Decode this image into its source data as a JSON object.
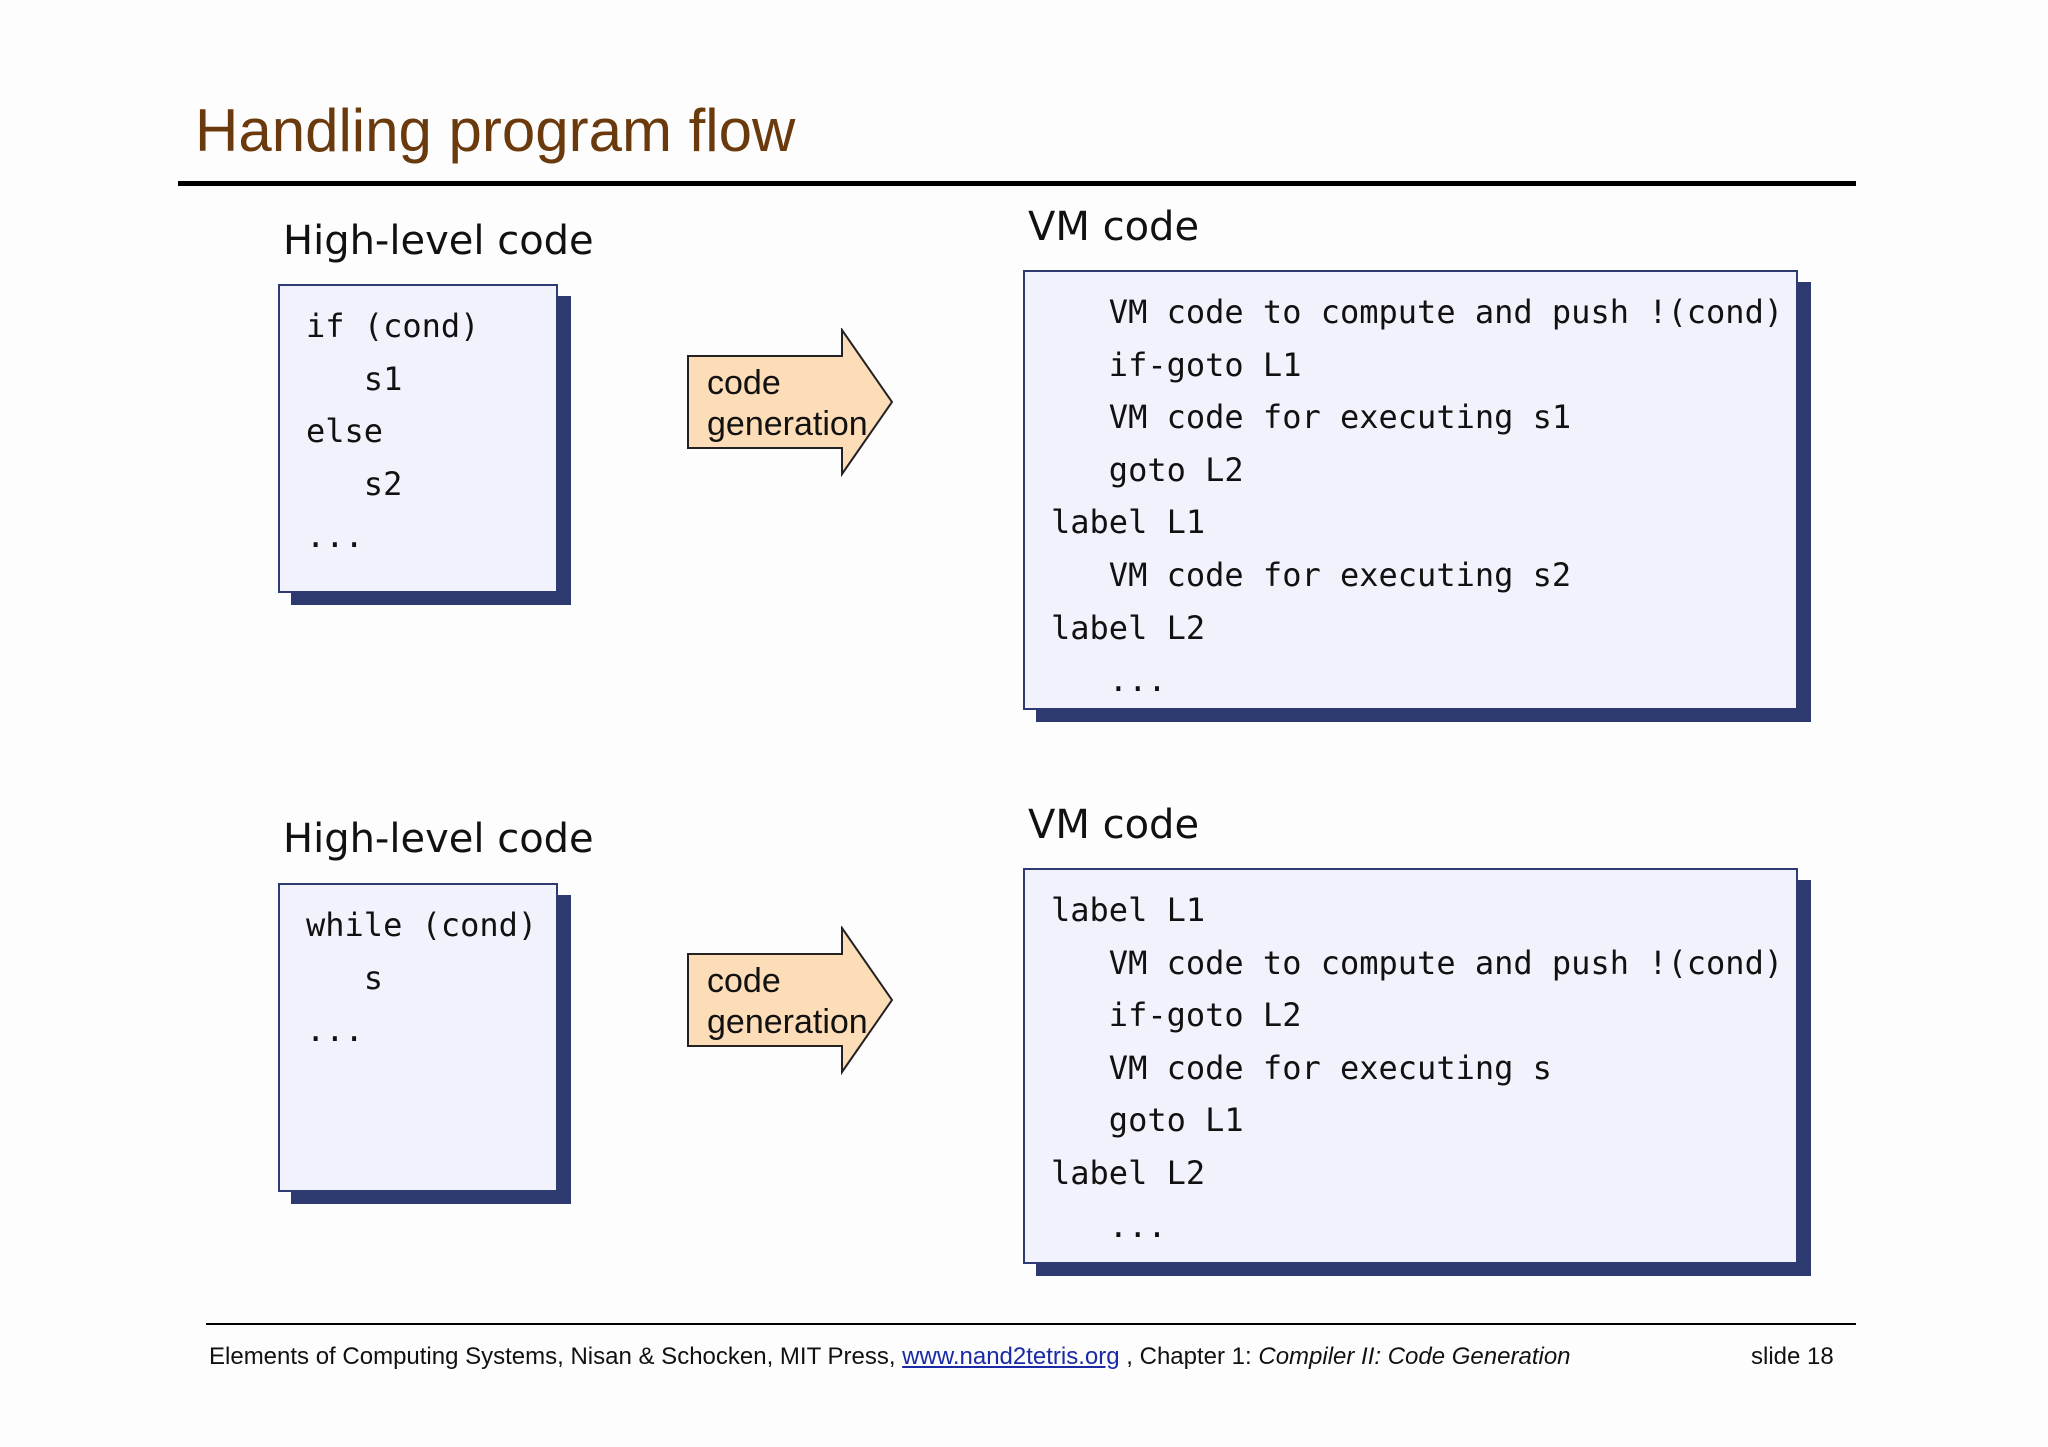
{
  "title": "Handling program flow",
  "if_section": {
    "hl_label": "High-level code",
    "hl_lines": [
      "if (cond)",
      "   s1",
      "else",
      "   s2",
      "..."
    ],
    "arrow_line1": "code",
    "arrow_line2": "generation",
    "vm_label": "VM code",
    "vm_lines": [
      "   VM code to compute and push !(cond)",
      "   if-goto L1",
      "   VM code for executing s1",
      "   goto L2",
      "label L1",
      "   VM code for executing s2",
      "label L2",
      "   ..."
    ]
  },
  "while_section": {
    "hl_label": "High-level code",
    "hl_lines": [
      "while (cond)",
      "   s",
      "..."
    ],
    "arrow_line1": "code",
    "arrow_line2": "generation",
    "vm_label": "VM code",
    "vm_lines": [
      "label L1",
      "   VM code to compute and push !(cond)",
      "   if-goto L2",
      "   VM code for executing s",
      "   goto L1",
      "label L2",
      "   ..."
    ]
  },
  "footer": {
    "text_before": "Elements of Computing Systems, Nisan & Schocken, MIT Press, ",
    "link": "www.nand2tetris.org",
    "text_middle": " , Chapter 1: ",
    "chapter_title": "Compiler II: Code Generation",
    "slide": "slide 18"
  },
  "colors": {
    "title": "#6b3a0c",
    "box_fill": "#f1f2fb",
    "box_shadow": "#2d3a70",
    "arrow_fill": "#fddcb8"
  }
}
